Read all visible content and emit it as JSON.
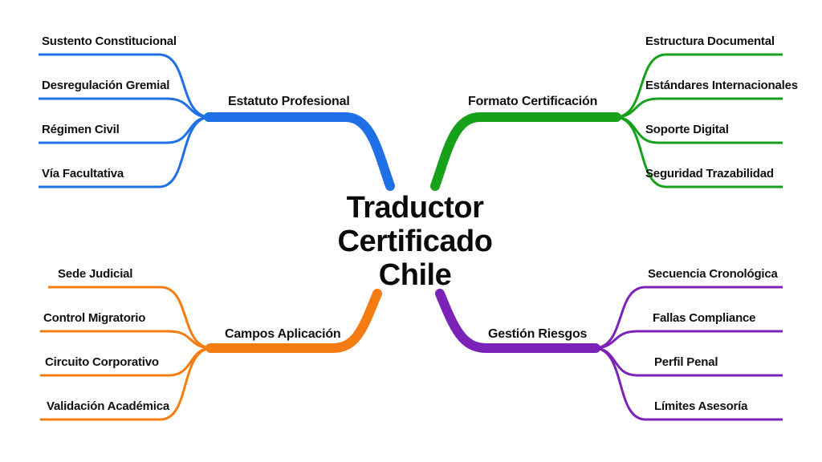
{
  "center": {
    "lines": [
      "Traductor",
      "Certificado",
      "Chile"
    ]
  },
  "branches": [
    {
      "id": "estatuto",
      "label": "Estatuto Profesional",
      "color": "#1f6fe6",
      "leaves": [
        "Sustento Constitucional",
        "Desregulación Gremial",
        "Régimen Civil",
        "Vía Facultativa"
      ]
    },
    {
      "id": "formato",
      "label": "Formato Certificación",
      "color": "#17a11b",
      "leaves": [
        "Estructura Documental",
        "Estándares Internacionales",
        "Soporte Digital",
        "Seguridad Trazabilidad"
      ]
    },
    {
      "id": "campos",
      "label": "Campos Aplicación",
      "color": "#f57c10",
      "leaves": [
        "Sede Judicial",
        "Control Migratorio",
        "Circuito Corporativo",
        "Validación Académica"
      ]
    },
    {
      "id": "gestion",
      "label": "Gestión Riesgos",
      "color": "#7b22b8",
      "leaves": [
        "Secuencia Cronológica",
        "Fallas Compliance",
        "Perfil Penal",
        "Límites Asesoría"
      ]
    }
  ]
}
